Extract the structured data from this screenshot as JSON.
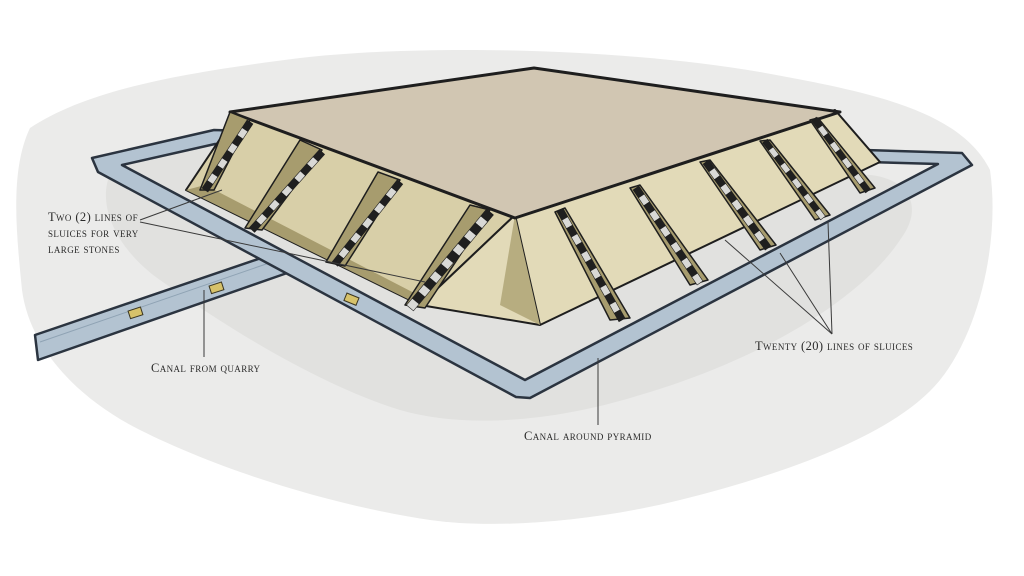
{
  "labels": {
    "large_sluices": {
      "lines": [
        "Two (2) lines of",
        "sluices for very",
        "large stones"
      ]
    },
    "sluices": "Twenty (20) lines of sluices",
    "canal_quarry": "Canal from quarry",
    "canal_around": "Canal around pyramid"
  },
  "colors": {
    "ground_shadow": "#ebebea",
    "canal_fill": "#b3c3d1",
    "canal_edge": "#2b3440",
    "pyramid_top": "#d1c6b2",
    "pyramid_face": "#d8cfa8",
    "pyramid_face_light": "#e2dab8",
    "pyramid_face_dark": "#a79c6e",
    "outline": "#1e1e1e",
    "stair_dark": "#1f1f1f",
    "stair_light": "#d9d9d6",
    "label_text": "#2a2a2a"
  }
}
